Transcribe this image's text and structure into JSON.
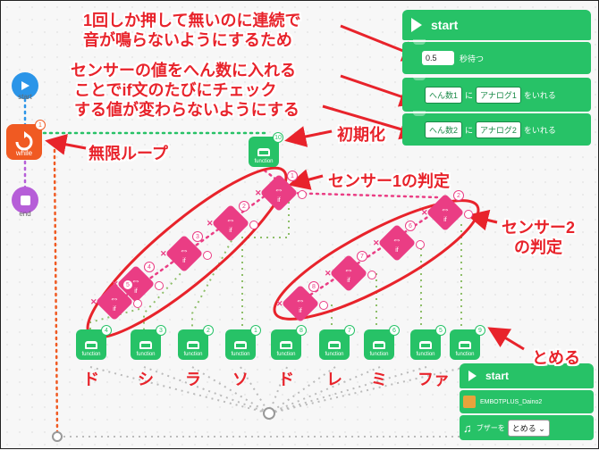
{
  "annotations": {
    "line1": "1回しか押して無いのに連続で",
    "line2": "音が鳴らないようにするため",
    "line3": "センサーの値をへん数に入れる",
    "line4": "ことでif文のたびにチェック",
    "line5": "する値が変わらないようにする",
    "init": "初期化",
    "loop": "無限ループ",
    "sensor1": "センサー1の判定",
    "sensor2a": "センサー2",
    "sensor2b": "の判定",
    "stop": "とめる"
  },
  "palette": {
    "start": "start",
    "while": "while",
    "end": "end",
    "while_badge": "1"
  },
  "start_panel": {
    "title": "start",
    "wait_value": "0.5",
    "wait_suffix": "秒待つ",
    "var1": "へん数1",
    "ni1": "に",
    "analog1": "アナログ1",
    "put1": "をいれる",
    "var2": "へん数2",
    "ni2": "に",
    "analog2": "アナログ2",
    "put2": "をいれる"
  },
  "stop_panel": {
    "title": "start",
    "device": "EMBOTPLUS_Daino2",
    "buzzer_label": "ブザーを",
    "buzzer_value": "とめる"
  },
  "init_function": {
    "label": "function",
    "badge": "10"
  },
  "if_blocks": [
    {
      "badge": "1",
      "label": "if"
    },
    {
      "badge": "2",
      "label": "if"
    },
    {
      "badge": "3",
      "label": "if"
    },
    {
      "badge": "4",
      "label": "if"
    },
    {
      "badge": "5",
      "label": "if"
    },
    {
      "badge": "2",
      "label": "if"
    },
    {
      "badge": "6",
      "label": "if"
    },
    {
      "badge": "7",
      "label": "if"
    },
    {
      "badge": "8",
      "label": "if"
    }
  ],
  "functions": [
    {
      "label": "function",
      "badge": "4",
      "note": "ド"
    },
    {
      "label": "function",
      "badge": "3",
      "note": "シ"
    },
    {
      "label": "function",
      "badge": "2",
      "note": "ラ"
    },
    {
      "label": "function",
      "badge": "1",
      "note": "ソ"
    },
    {
      "label": "function",
      "badge": "8",
      "note": "ド"
    },
    {
      "label": "function",
      "badge": "7",
      "note": "レ"
    },
    {
      "label": "function",
      "badge": "6",
      "note": "ミ"
    },
    {
      "label": "function",
      "badge": "5",
      "note": "ファ"
    },
    {
      "label": "function",
      "badge": "9",
      "note": ""
    }
  ],
  "colors": {
    "green": "#27c267",
    "pink": "#ea3d84",
    "orange": "#f05a22",
    "blue": "#2b95e8",
    "purple": "#b65ed8",
    "red": "#e8232b"
  }
}
